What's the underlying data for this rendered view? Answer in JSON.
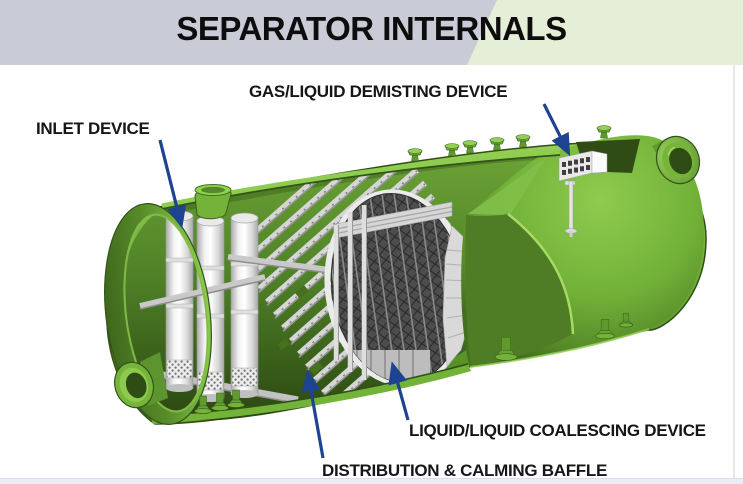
{
  "header": {
    "title": "SEPARATOR INTERNALS",
    "bg_left_color": "#c9cbd6",
    "bg_right_color": "#e5eed7"
  },
  "diagram": {
    "subject": "cutaway 3D rendering of a horizontal separator vessel",
    "annotations": [
      {
        "id": "inlet",
        "label": "INLET DEVICE"
      },
      {
        "id": "demisting",
        "label": "GAS/LIQUID DEMISTING DEVICE"
      },
      {
        "id": "coalescing",
        "label": "LIQUID/LIQUID COALESCING DEVICE"
      },
      {
        "id": "distribution",
        "label": "DISTRIBUTION & CALMING BAFFLE"
      }
    ],
    "colors": {
      "vessel_green": "#72b138",
      "vessel_dark_green": "#2e4c13",
      "internals_gray": "#d6d6d6",
      "mesh_dark_gray": "#4d4d4d",
      "leader_arrow_blue": "#1e4391",
      "label_text": "#161616"
    }
  }
}
